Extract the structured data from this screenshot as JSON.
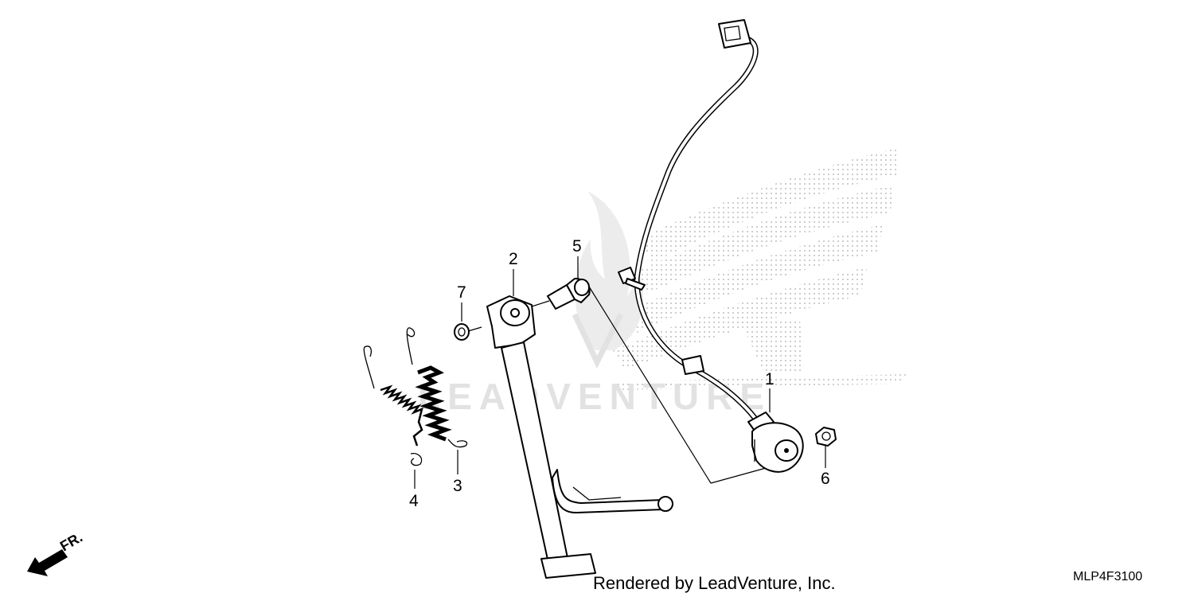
{
  "diagram": {
    "callouts": [
      {
        "id": "1",
        "label": "1"
      },
      {
        "id": "2",
        "label": "2"
      },
      {
        "id": "3",
        "label": "3"
      },
      {
        "id": "4",
        "label": "4"
      },
      {
        "id": "5",
        "label": "5"
      },
      {
        "id": "6",
        "label": "6"
      },
      {
        "id": "7",
        "label": "7"
      }
    ],
    "direction_label": "FR.",
    "watermark_text": "LEADVENTURE",
    "footer": "Rendered by LeadVenture, Inc.",
    "diagram_code": "MLP4F3100",
    "colors": {
      "line": "#000000",
      "watermark": "#e2e2e2",
      "brand_dots": "#bdbdbd",
      "background": "#ffffff"
    }
  }
}
